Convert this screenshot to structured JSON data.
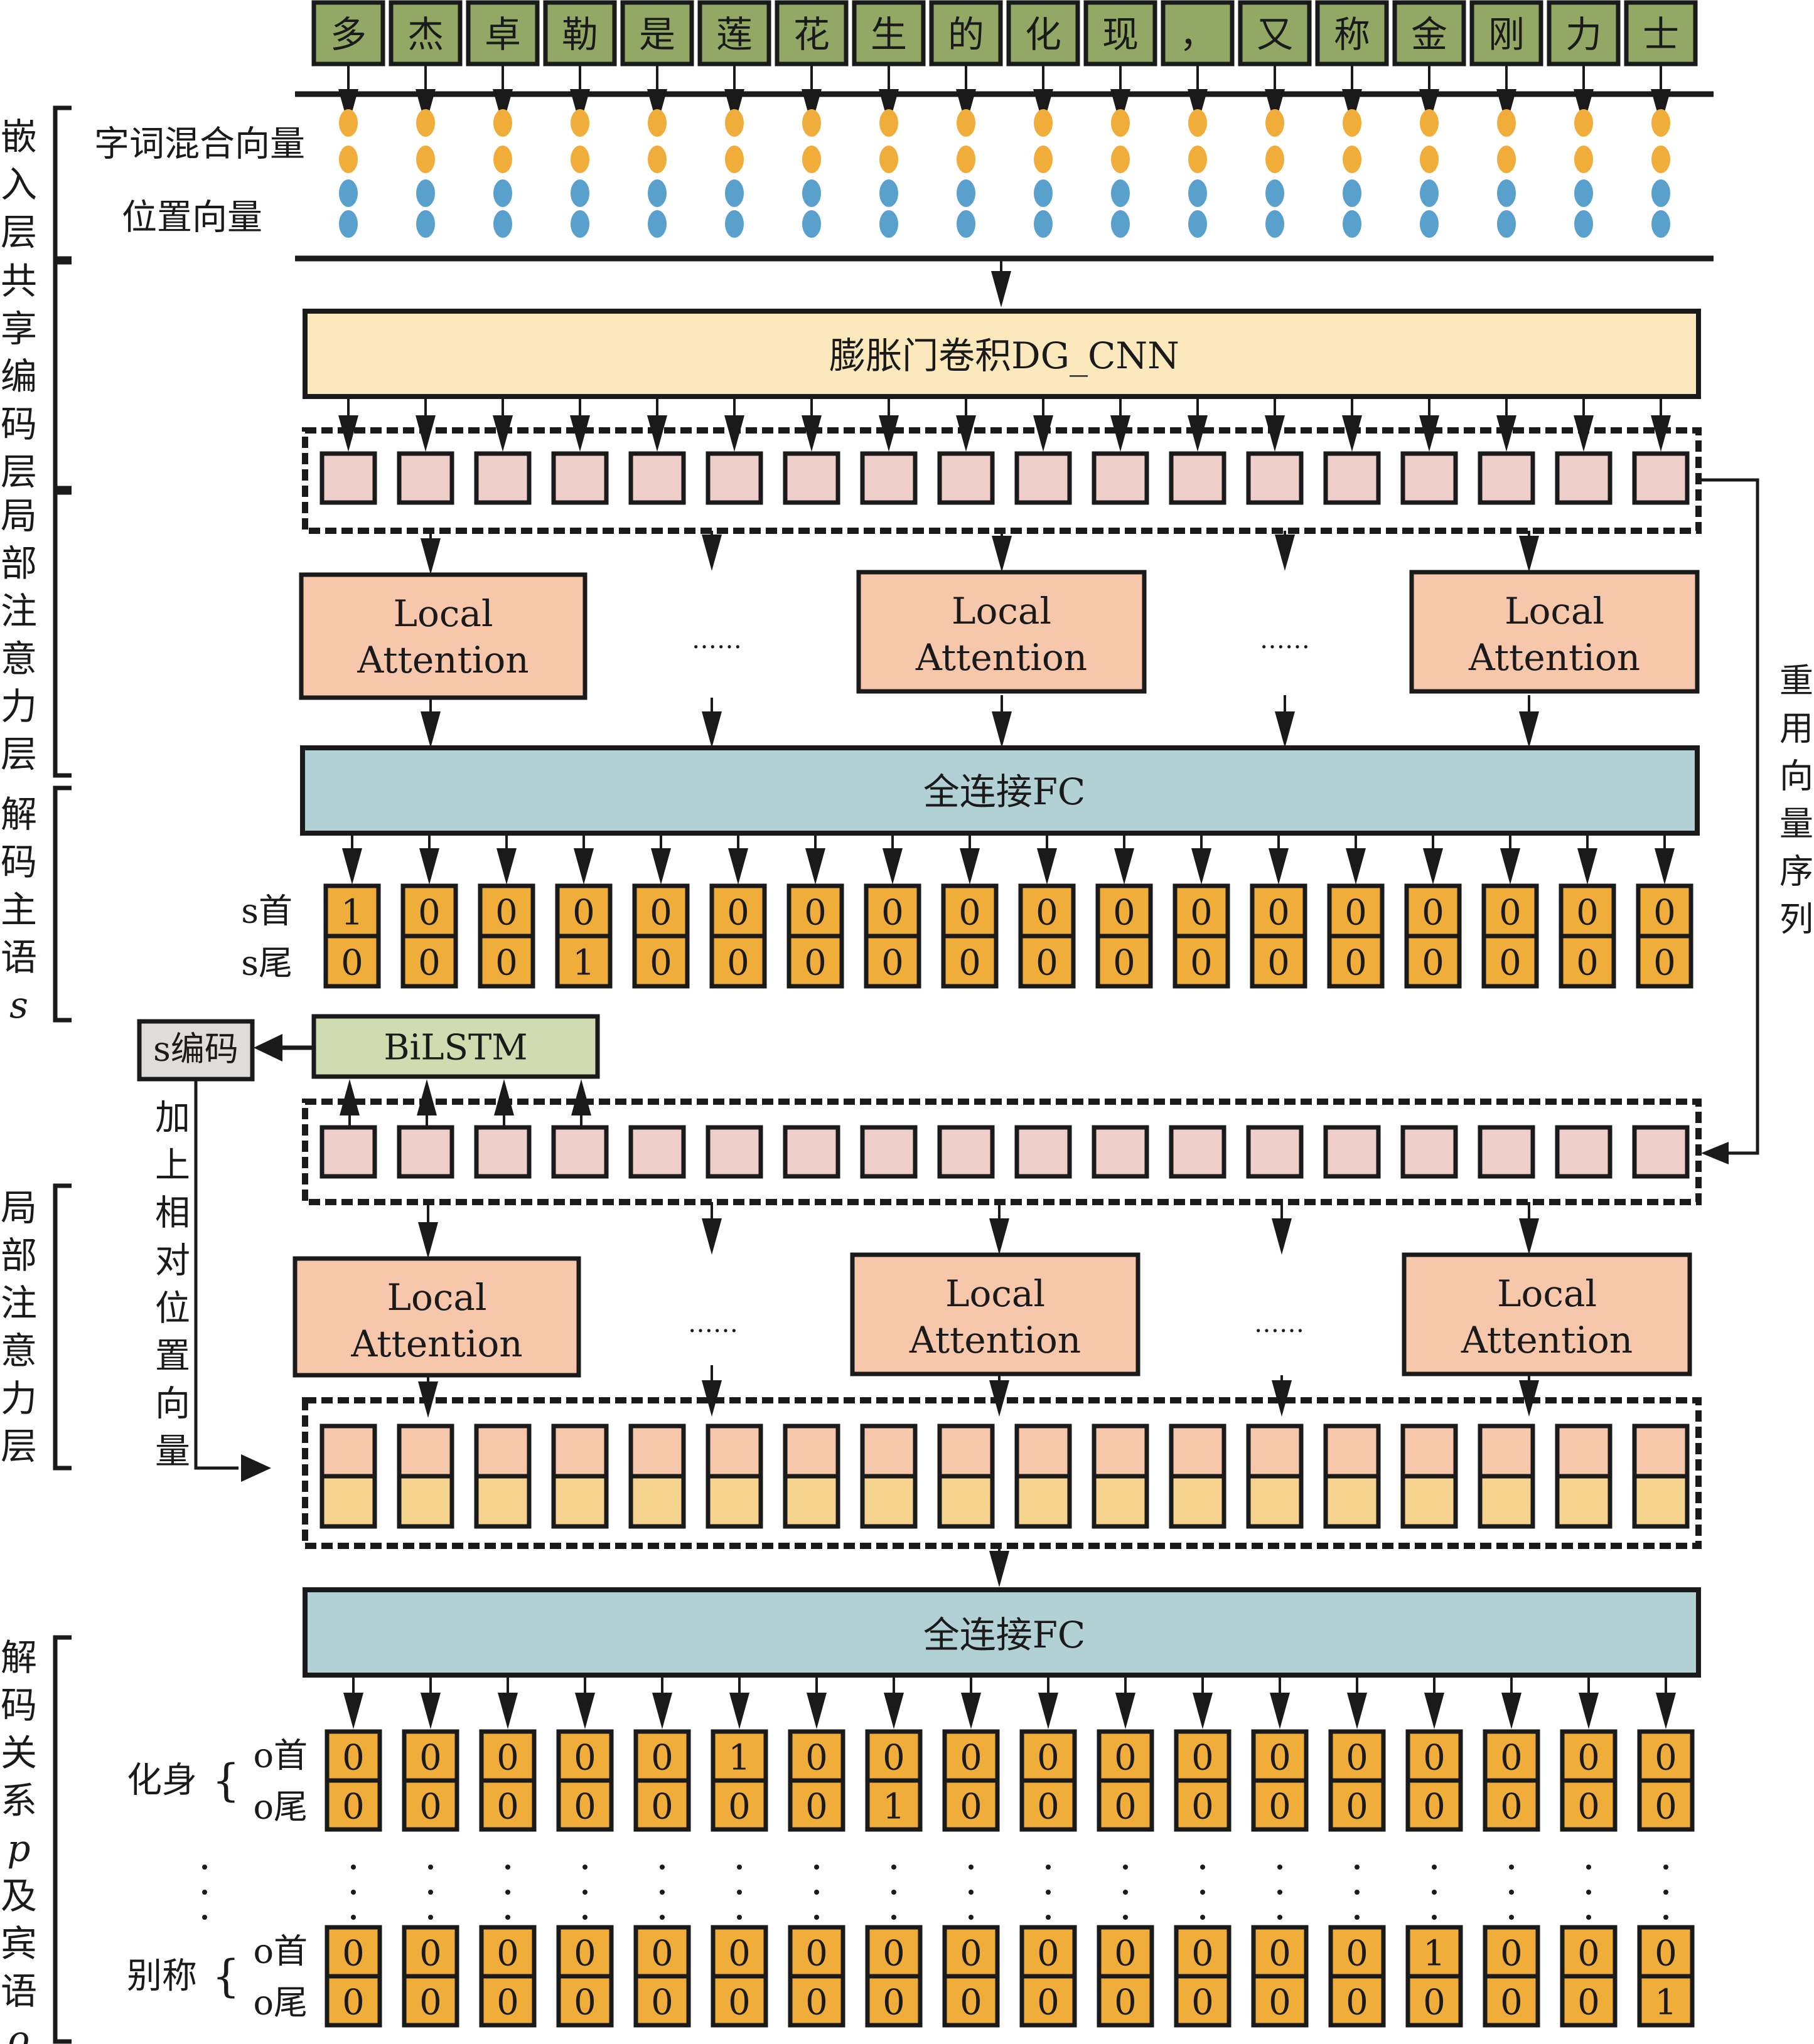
{
  "figure": {
    "input_tokens": [
      "多",
      "杰",
      "卓",
      "勒",
      "是",
      "莲",
      "花",
      "生",
      "的",
      "化",
      "现",
      "，",
      "又",
      "称",
      "金",
      "刚",
      "力",
      "士"
    ],
    "colors": {
      "token_box": "#93a865",
      "embed_word_dot": "#f0ad3a",
      "embed_pos_dot": "#5aa0cc",
      "dgcnn_box": "#fbe8bd",
      "vector_cell": "#f0cfcb",
      "attention_box": "#f6c7ab",
      "fc_box": "#b2d1d4",
      "bilstm_box": "#d1dbb0",
      "s_code_box": "#e0dcda",
      "output_cell": "#f0ad3a",
      "fused_top": "#f6c7ab",
      "fused_bottom": "#f6d48f",
      "stroke": "#1a1a1a"
    },
    "embedding": {
      "word_vector_label": "字词混合向量",
      "position_vector_label": "位置向量"
    },
    "layers": {
      "embedding": "嵌入层",
      "shared_encoding": "共享编码层",
      "local_attention_1": "局部注意力层",
      "decode_subject": "解码主语",
      "decode_subject_var": "s",
      "local_attention_2": "局部注意力层",
      "decode_relation": "解码关系",
      "decode_relation_var_p": "p",
      "decode_relation_mid": "及宾语",
      "decode_relation_var_o": "o"
    },
    "dgcnn_label": "膨胀门卷积DG_CNN",
    "local_attention_label_line1": "Local",
    "local_attention_label_line2": "Attention",
    "ellipsis": "……",
    "fc_label": "全连接FC",
    "bilstm_label": "BiLSTM",
    "s_code_label": "s编码",
    "reuse_label": "重用向量序列",
    "add_relpos_label": "加上相对位置向量",
    "subject_output": {
      "head_label": "s首",
      "tail_label": "s尾",
      "head": [
        1,
        0,
        0,
        0,
        0,
        0,
        0,
        0,
        0,
        0,
        0,
        0,
        0,
        0,
        0,
        0,
        0,
        0
      ],
      "tail": [
        0,
        0,
        0,
        1,
        0,
        0,
        0,
        0,
        0,
        0,
        0,
        0,
        0,
        0,
        0,
        0,
        0,
        0
      ]
    },
    "relations": [
      {
        "name": "化身",
        "head_label": "o首",
        "tail_label": "o尾",
        "head": [
          0,
          0,
          0,
          0,
          0,
          1,
          0,
          0,
          0,
          0,
          0,
          0,
          0,
          0,
          0,
          0,
          0,
          0
        ],
        "tail": [
          0,
          0,
          0,
          0,
          0,
          0,
          0,
          1,
          0,
          0,
          0,
          0,
          0,
          0,
          0,
          0,
          0,
          0
        ]
      },
      {
        "name": "别称",
        "head_label": "o首",
        "tail_label": "o尾",
        "head": [
          0,
          0,
          0,
          0,
          0,
          0,
          0,
          0,
          0,
          0,
          0,
          0,
          0,
          0,
          1,
          0,
          0,
          0
        ],
        "tail": [
          0,
          0,
          0,
          0,
          0,
          0,
          0,
          0,
          0,
          0,
          0,
          0,
          0,
          0,
          0,
          0,
          0,
          1
        ]
      }
    ]
  }
}
